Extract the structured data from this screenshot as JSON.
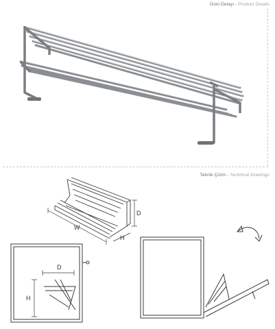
{
  "header": {
    "product_details_tr": "Ürün Detayı -",
    "product_details_en": "Product Details"
  },
  "technical": {
    "drawings_tr": "Teknik Çizim -",
    "drawings_en": "Technical Drawings"
  },
  "dimensions": {
    "width": "W",
    "height": "H",
    "depth": "D"
  },
  "colors": {
    "steel": "#b9bcbf",
    "steel_dark": "#7d8185",
    "line": "#3a3a3a",
    "divider": "#c8c8c8"
  }
}
